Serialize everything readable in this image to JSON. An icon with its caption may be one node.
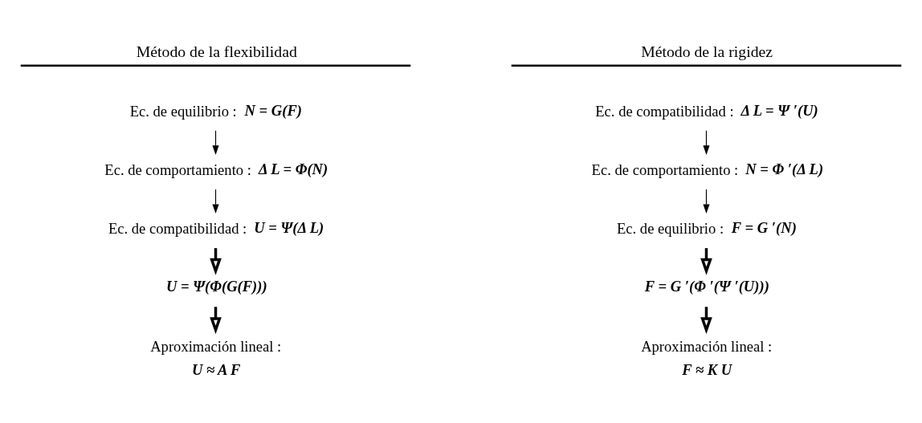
{
  "diagram": {
    "nodes": [
      {
        "text": [
          "Ec. de equilibrio :",
          "N = G(F)"
        ]
      },
      {
        "text": [
          "Ec. de comportamiento :",
          "Δ L = Φ(N)"
        ]
      },
      {
        "text": [
          "Ec. de compatibilidad :",
          "U = Ψ(Δ L)"
        ]
      },
      {
        "text": [
          "U = Ψ(Φ(G(F)))"
        ]
      },
      {
        "text": [
          "Aproximación lineal :",
          "U ≈ A F"
        ]
      },
      {
        "text": [
          "Ec. de compatibilidad :",
          "Δ L = Ψ ′(U)"
        ]
      },
      {
        "text": [
          "Ec. de comportamiento :",
          "N = Φ ′(Δ L)"
        ]
      },
      {
        "text": [
          "Ec. de equilibrio :",
          "F = G ′(N)"
        ]
      },
      {
        "text": [
          "F = G ′(Φ ′(Ψ ′(U)))"
        ]
      },
      {
        "text": [
          "Aproximación lineal :",
          "F ≈ K U"
        ]
      }
    ],
    "edges": [
      {
        "from": 0,
        "to": 1,
        "arrow": "to"
      },
      {
        "from": 1,
        "to": 2,
        "arrow": "to"
      },
      {
        "from": 2,
        "to": 3,
        "arrow": "to",
        "style": "thick"
      },
      {
        "from": 3,
        "to": 4,
        "arrow": "to",
        "style": "thick"
      },
      {
        "from": 5,
        "to": 6,
        "arrow": "to"
      },
      {
        "from": 6,
        "to": 7,
        "arrow": "to"
      },
      {
        "from": 7,
        "to": 8,
        "arrow": "to",
        "style": "thick"
      },
      {
        "from": 8,
        "to": 9,
        "arrow": "to",
        "style": "thick"
      }
    ],
    "labels": [
      "Método de la flexibilidad",
      "Método de la rigidez"
    ]
  }
}
